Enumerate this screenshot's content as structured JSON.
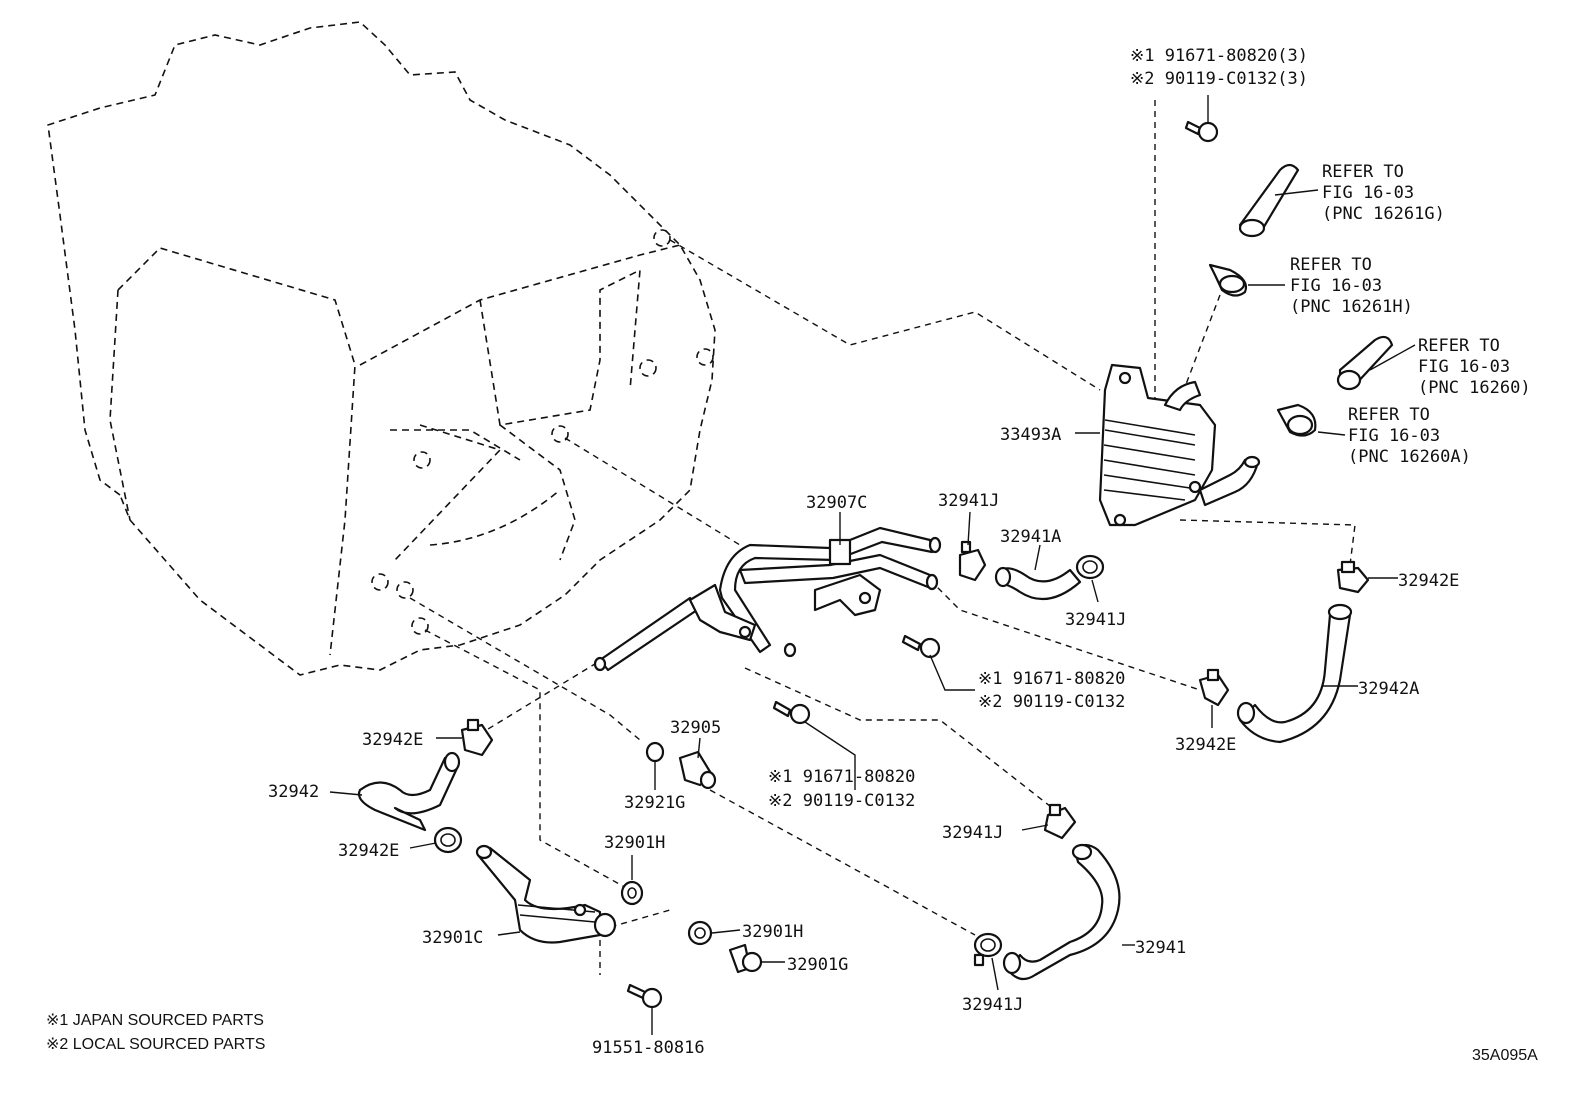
{
  "diagram": {
    "figure_code": "35A095A",
    "notes": {
      "japan": "※1 JAPAN SOURCED PARTS",
      "local": "※2 LOCAL SOURCED PARTS"
    },
    "labels": {
      "top_bolt_1": "※1 91671-80820(3)",
      "top_bolt_2": "※2 90119-C0132(3)",
      "ref_16261g": [
        "REFER TO",
        "FIG 16-03",
        "(PNC 16261G)"
      ],
      "ref_16261h": [
        "REFER TO",
        "FIG 16-03",
        "(PNC 16261H)"
      ],
      "ref_16260": [
        "REFER TO",
        "FIG 16-03",
        "(PNC 16260)"
      ],
      "ref_16260a": [
        "REFER TO",
        "FIG 16-03",
        "(PNC 16260A)"
      ],
      "p33493a": "33493A",
      "p32907c": "32907C",
      "p32941j_a": "32941J",
      "p32941a": "32941A",
      "p32941j_b": "32941J",
      "p32942e_a": "32942E",
      "p32942a": "32942A",
      "p32942e_b": "32942E",
      "mid_bolt_1": "※1 91671-80820",
      "mid_bolt_2": "※2 90119-C0132",
      "low_bolt_1": "※1 91671-80820",
      "low_bolt_2": "※2 90119-C0132",
      "p32905": "32905",
      "p32921g": "32921G",
      "p32942e_c": "32942E",
      "p32942": "32942",
      "p32942e_d": "32942E",
      "p32901h_a": "32901H",
      "p32901c": "32901C",
      "p32901h_b": "32901H",
      "p32901g": "32901G",
      "p91551": "91551-80816",
      "p32941j_c": "32941J",
      "p32941": "32941",
      "p32941j_d": "32941J"
    }
  }
}
